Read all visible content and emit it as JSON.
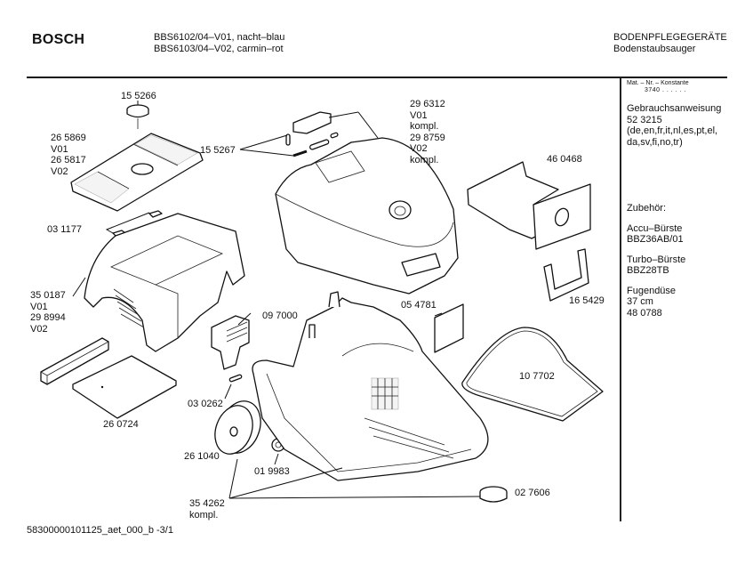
{
  "header": {
    "brand": "BOSCH",
    "models": [
      "BBS6102/04–V01, nacht–blau",
      "BBS6103/04–V02, carmin–rot"
    ],
    "category": [
      "BODENPFLEGEGERÄTE",
      "Bodenstaubsauger"
    ]
  },
  "sidebar": {
    "mat_label": "Mat. – Nr. – Konstante",
    "mat_value": "3740  .  .  .  .  .  .",
    "manual": [
      "Gebrauchsanweisung",
      "52 3215",
      "(de,en,fr,it,nl,es,pt,el,",
      "da,sv,fi,no,tr)"
    ],
    "accessories_title": "Zubehör:",
    "accessories": [
      {
        "name": "Accu–Bürste",
        "lines": [
          "BBZ36AB/01"
        ]
      },
      {
        "name": "Turbo–Bürste",
        "lines": [
          "BBZ28TB"
        ]
      },
      {
        "name": "Fugendüse",
        "lines": [
          "37 cm",
          "48 0788"
        ]
      }
    ]
  },
  "parts": {
    "p155266": "15 5266",
    "p265869": [
      "26 5869",
      "V01",
      "26 5817",
      "V02"
    ],
    "p031177": "03 1177",
    "p155267": "15 5267",
    "p296312": [
      "29 6312",
      "V01",
      "kompl.",
      "29 8759",
      "V02",
      "kompl."
    ],
    "p460468": "46 0468",
    "p165429": "16 5429",
    "p350187": [
      "35 0187",
      "V01",
      "29 8994",
      "V02"
    ],
    "p097000": "09 7000",
    "p054781": "05 4781",
    "p107702": "10 7702",
    "p030262": "03 0262",
    "p260724": "26 0724",
    "p261040": "26 1040",
    "p019983": "01 9983",
    "p027606": "02 7606",
    "p354262": [
      "35 4262",
      "kompl."
    ]
  },
  "footer": {
    "doc_id": "58300000101125_aet_000_b  -3/1"
  }
}
